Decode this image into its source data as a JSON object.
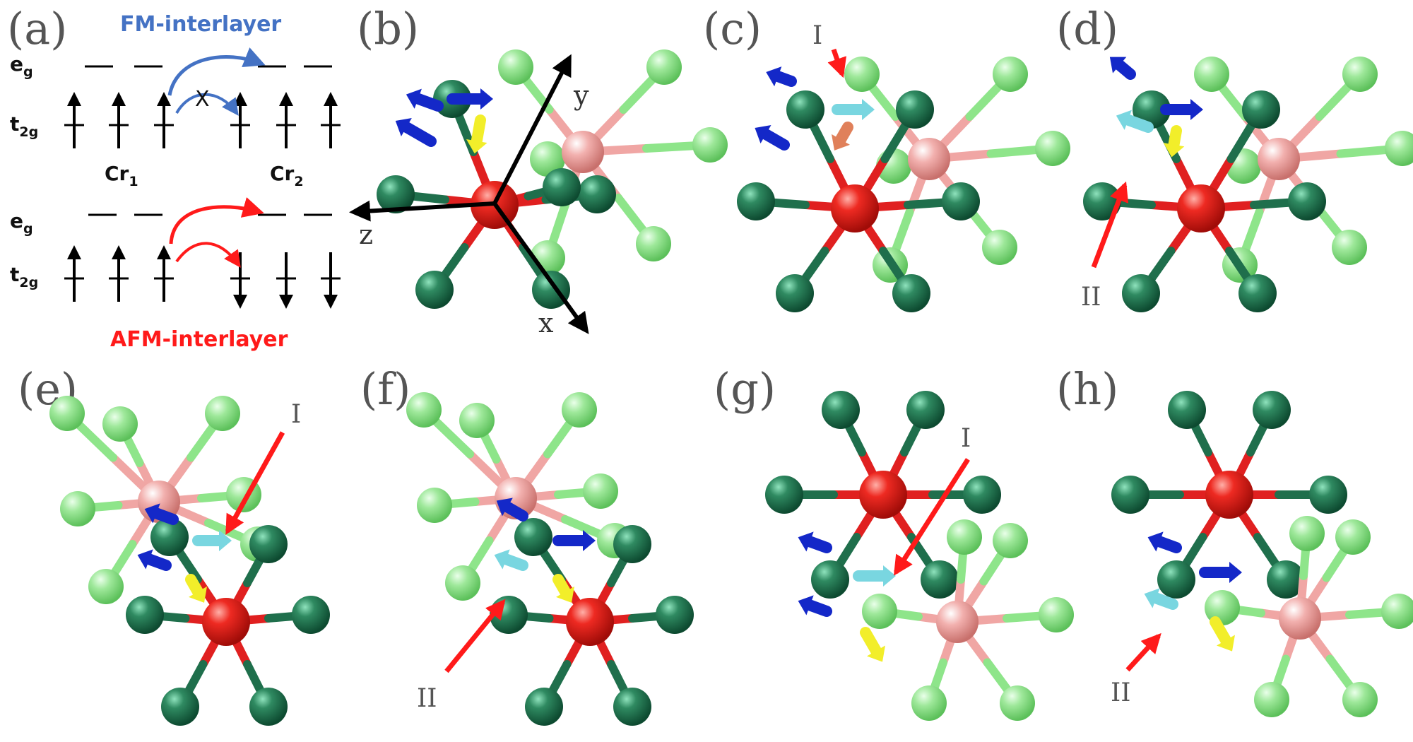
{
  "panels": [
    "(a)",
    "(b)",
    "(c)",
    "(d)",
    "(e)",
    "(f)",
    "(g)",
    "(h)"
  ],
  "schematic": {
    "fm_label": "FM-interlayer",
    "afm_label": "AFM-interlayer",
    "eg": "e",
    "eg_sub": "g",
    "t2g": "t",
    "t2g_sub": "2g",
    "cr1": "Cr",
    "cr1_sub": "1",
    "cr2": "Cr",
    "cr2_sub": "2",
    "forbidden": "X",
    "colors": {
      "fm": "#4472c4",
      "afm": "#ff0000"
    }
  },
  "axes": {
    "x": "x",
    "y": "y",
    "z": "z"
  },
  "markers": {
    "I": "I",
    "II": "II"
  },
  "atom_colors": {
    "dark_green": "#1f6f4c",
    "light_green": "#8fe08a",
    "red_center": "#e0201a",
    "pink_center": "#e69a98",
    "blue_arrow": "#1428c8",
    "cyan_arrow": "#79d6e0",
    "yellow_arrow": "#f2ee2a",
    "orange_tip": "#e0805a"
  }
}
